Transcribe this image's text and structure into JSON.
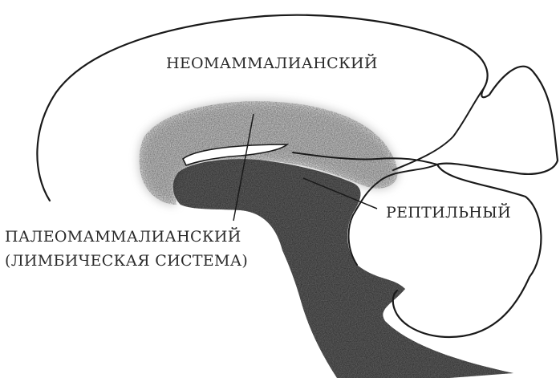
{
  "labels": {
    "neomammalian": "НЕОМАММАЛИАНСКИЙ",
    "reptilian": "РЕПТИЛЬНЫЙ",
    "paleomammalian": "ПАЛЕОМАММАЛИАНСКИЙ",
    "limbic": "(ЛИМБИЧЕСКАЯ СИСТЕМА)"
  },
  "colors": {
    "outline": "#1a1a1a",
    "limbic_shading": "#8a8a8a",
    "reptilian_fill": "#4a4a4a",
    "background": "#ffffff"
  }
}
